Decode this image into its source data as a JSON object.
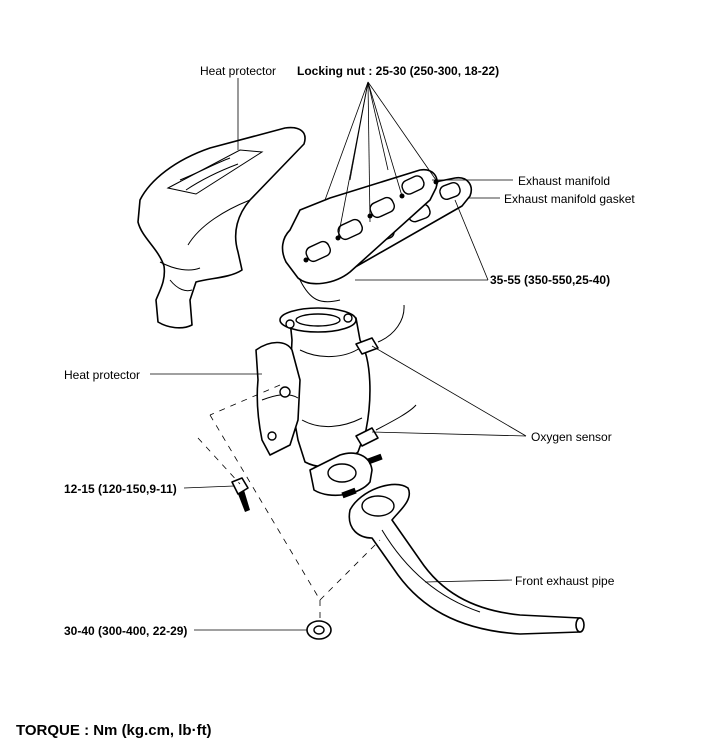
{
  "labels": {
    "heat_protector_top": "Heat protector",
    "locking_nut": "Locking nut : 25-30 (250-300, 18-22)",
    "exhaust_manifold": "Exhaust manifold",
    "exhaust_manifold_gasket": "Exhaust manifold gasket",
    "torque_35_55": "35-55 (350-550,25-40)",
    "heat_protector_left": "Heat protector",
    "oxygen_sensor": "Oxygen sensor",
    "torque_12_15": "12-15 (120-150,9-11)",
    "front_exhaust_pipe": "Front exhaust pipe",
    "torque_30_40": "30-40 (300-400, 22-29)"
  },
  "footer": {
    "torque_units": "TORQUE : Nm (kg.cm, lb·ft)"
  }
}
